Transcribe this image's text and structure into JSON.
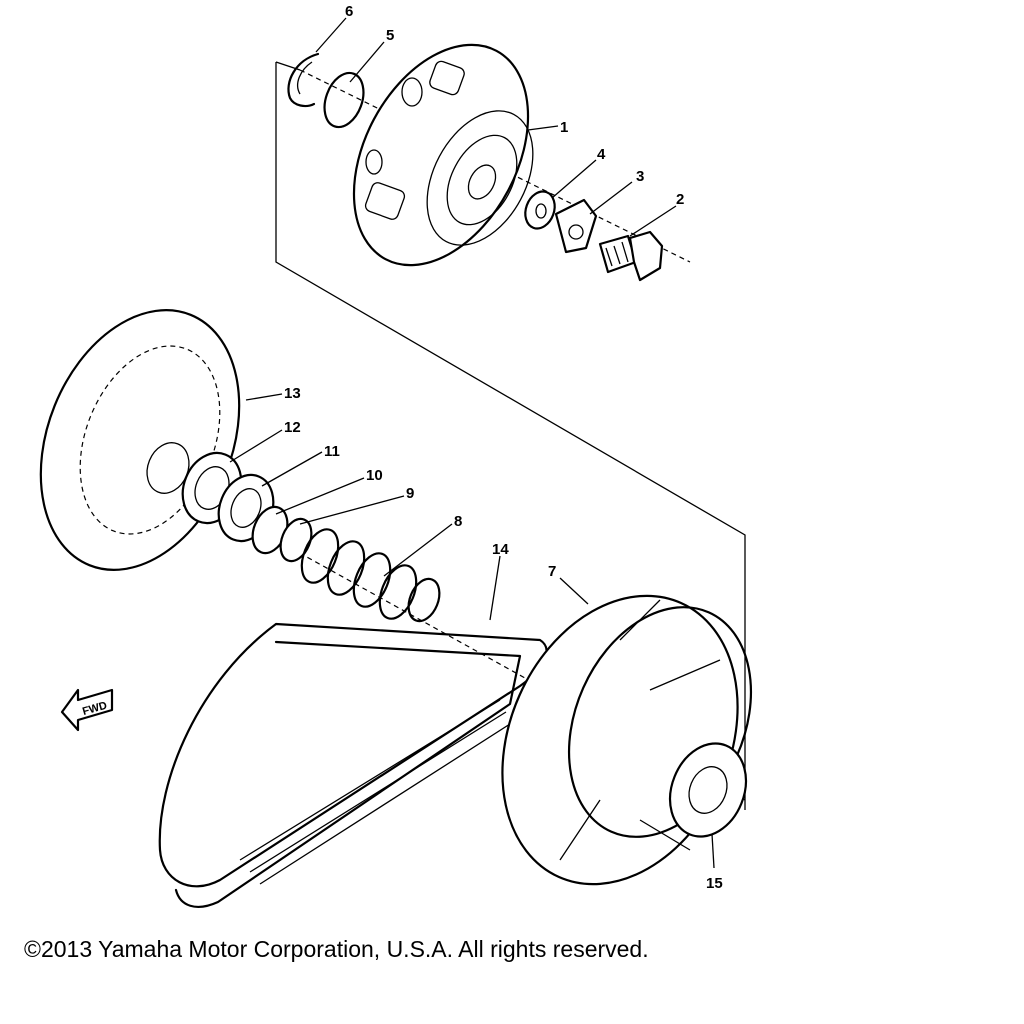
{
  "diagram": {
    "callouts": {
      "p1": "1",
      "p2": "2",
      "p3": "3",
      "p4": "4",
      "p5": "5",
      "p6": "6",
      "p7": "7",
      "p8": "8",
      "p9": "9",
      "p10": "10",
      "p11": "11",
      "p12": "12",
      "p13": "13",
      "p14": "14",
      "p15": "15"
    },
    "fwd_arrow_text": "FWD"
  },
  "footer": {
    "copyright": "©2013 Yamaha Motor Corporation, U.S.A. All rights reserved."
  }
}
